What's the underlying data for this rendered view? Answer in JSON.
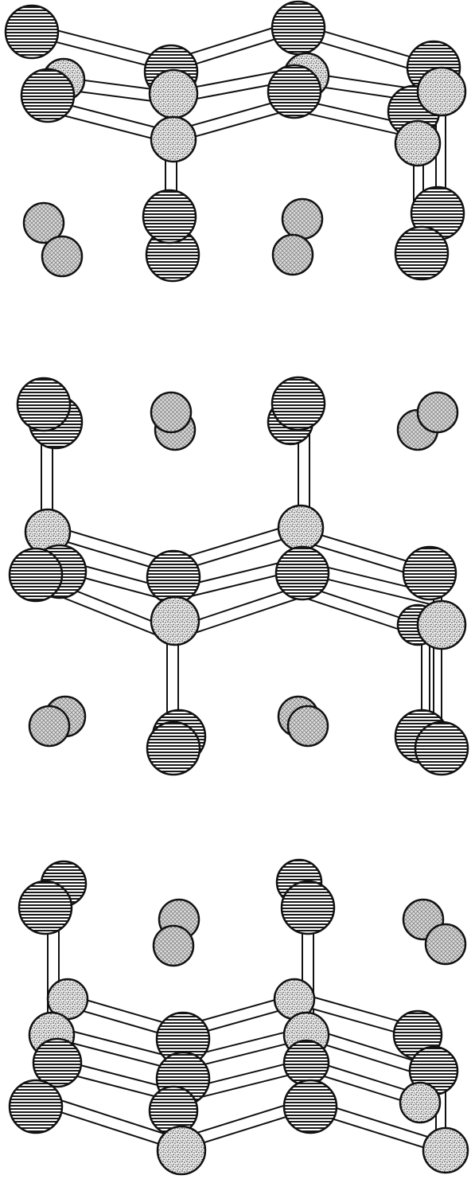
{
  "figure": {
    "description_visible_text": "",
    "panels": [
      {
        "id": "panel-1"
      },
      {
        "id": "panel-2"
      },
      {
        "id": "panel-3"
      }
    ]
  },
  "legend_of_fills": {
    "striped": "horizontal-stripes",
    "dotted": "stipple",
    "crosshatch": "crosshatch"
  },
  "colors": {
    "stroke": "#111111",
    "background": "#ffffff",
    "crosshatch_fill": "#d9d9d9",
    "stipple_fill": "#e6e6e6"
  }
}
